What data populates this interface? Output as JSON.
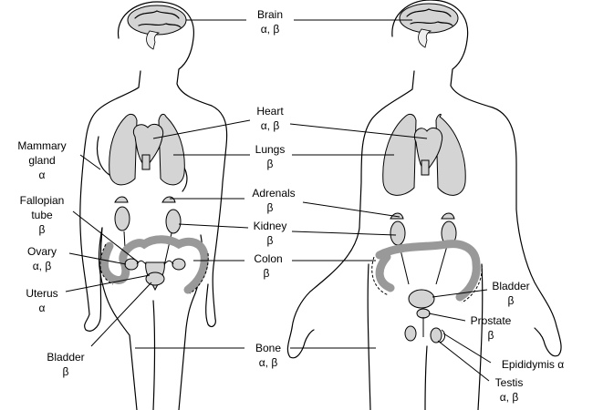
{
  "colors": {
    "organ_fill": "#d4d4d4",
    "outline": "#000000",
    "background": "#ffffff"
  },
  "labels": {
    "brain": {
      "name": "Brain",
      "receptors": "α, β"
    },
    "heart": {
      "name": "Heart",
      "receptors": "α, β"
    },
    "lungs": {
      "name": "Lungs",
      "receptors": "β"
    },
    "mammary": {
      "line1": "Mammary",
      "line2": "gland",
      "receptors": "α"
    },
    "fallopian": {
      "line1": "Fallopian",
      "line2": "tube",
      "receptors": "β"
    },
    "adrenals": {
      "name": "Adrenals",
      "receptors": "β"
    },
    "kidney": {
      "name": "Kidney",
      "receptors": "β"
    },
    "ovary": {
      "name": "Ovary",
      "receptors": "α, β"
    },
    "colon": {
      "name": "Colon",
      "receptors": "β"
    },
    "uterus": {
      "name": "Uterus",
      "receptors": "α"
    },
    "bladder_left": {
      "name": "Bladder",
      "receptors": "β"
    },
    "bladder_right": {
      "name": "Bladder",
      "receptors": "β"
    },
    "prostate": {
      "name": "Prostate",
      "receptors": "β"
    },
    "bone": {
      "name": "Bone",
      "receptors": "α, β"
    },
    "epididymis": {
      "text": "Epididymis α"
    },
    "testis": {
      "name": "Testis",
      "receptors": "α, β"
    }
  }
}
